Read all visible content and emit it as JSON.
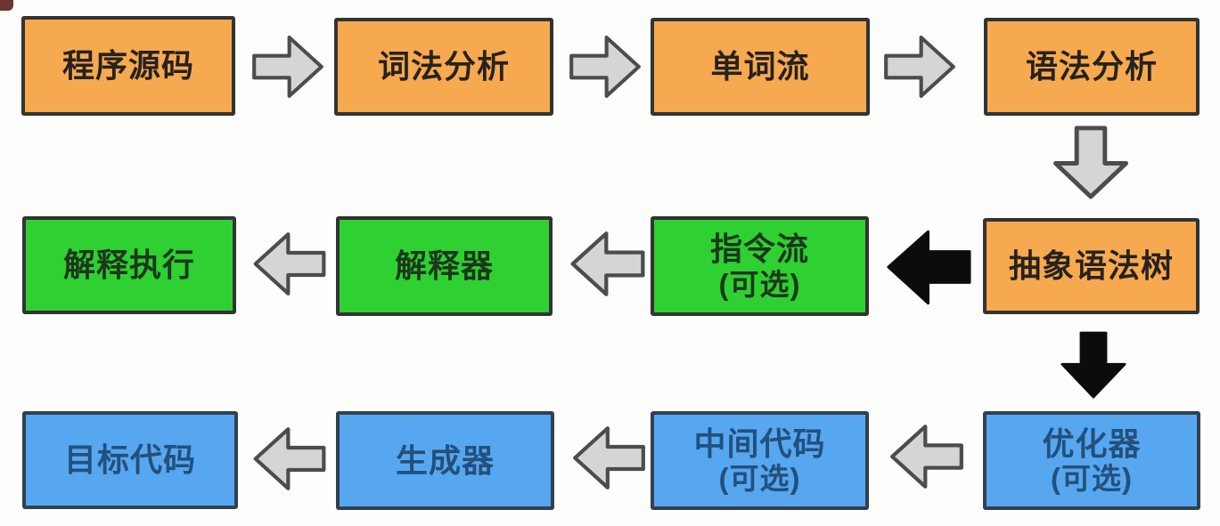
{
  "diagram": {
    "title_hint": "compiler-interpreter-pipeline-flowchart",
    "nodes": {
      "source": {
        "label": "程序源码"
      },
      "lexer": {
        "label": "词法分析"
      },
      "tokens": {
        "label": "单词流"
      },
      "parser": {
        "label": "语法分析"
      },
      "ast": {
        "label": "抽象语法树"
      },
      "instr_stream": {
        "label": "指令流",
        "sub": "(可选)"
      },
      "interpreter": {
        "label": "解释器"
      },
      "interp_exec": {
        "label": "解释执行"
      },
      "optimizer": {
        "label": "优化器",
        "sub": "(可选)"
      },
      "intermediate": {
        "label": "中间代码",
        "sub": "(可选)"
      },
      "generator": {
        "label": "生成器"
      },
      "target_code": {
        "label": "目标代码"
      }
    },
    "edges": [
      {
        "from": "source",
        "to": "lexer",
        "style": "gray"
      },
      {
        "from": "lexer",
        "to": "tokens",
        "style": "gray"
      },
      {
        "from": "tokens",
        "to": "parser",
        "style": "gray"
      },
      {
        "from": "parser",
        "to": "ast",
        "style": "gray"
      },
      {
        "from": "ast",
        "to": "instr_stream",
        "style": "black"
      },
      {
        "from": "instr_stream",
        "to": "interpreter",
        "style": "gray"
      },
      {
        "from": "interpreter",
        "to": "interp_exec",
        "style": "gray"
      },
      {
        "from": "ast",
        "to": "optimizer",
        "style": "black"
      },
      {
        "from": "optimizer",
        "to": "intermediate",
        "style": "gray"
      },
      {
        "from": "intermediate",
        "to": "generator",
        "style": "gray"
      },
      {
        "from": "generator",
        "to": "target_code",
        "style": "gray"
      }
    ],
    "colors": {
      "box_orange": "#f7a950",
      "box_green": "#2fd032",
      "box_blue": "#57a7f0",
      "box_border": "#333333",
      "arrow_gray_fill": "#d5d5d5",
      "arrow_gray_stroke": "#4c4c4c",
      "arrow_black": "#0c0c0c",
      "background": "#fdfdfc"
    }
  }
}
